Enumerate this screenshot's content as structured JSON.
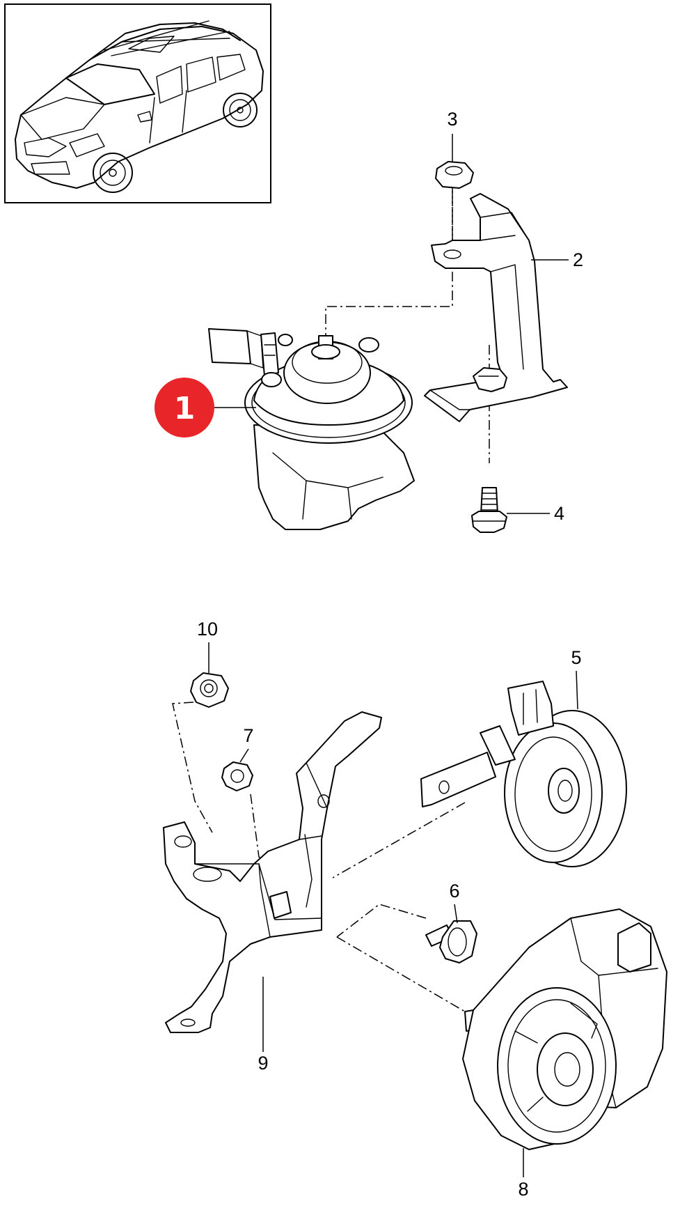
{
  "callouts": {
    "highlighted": "1",
    "n2": "2",
    "n3": "3",
    "n4": "4",
    "n5": "5",
    "n6": "6",
    "n7": "7",
    "n8": "8",
    "n9": "9",
    "n10": "10"
  },
  "colors": {
    "highlight_badge": "#e8262a",
    "line": "#000000",
    "background": "#ffffff"
  }
}
